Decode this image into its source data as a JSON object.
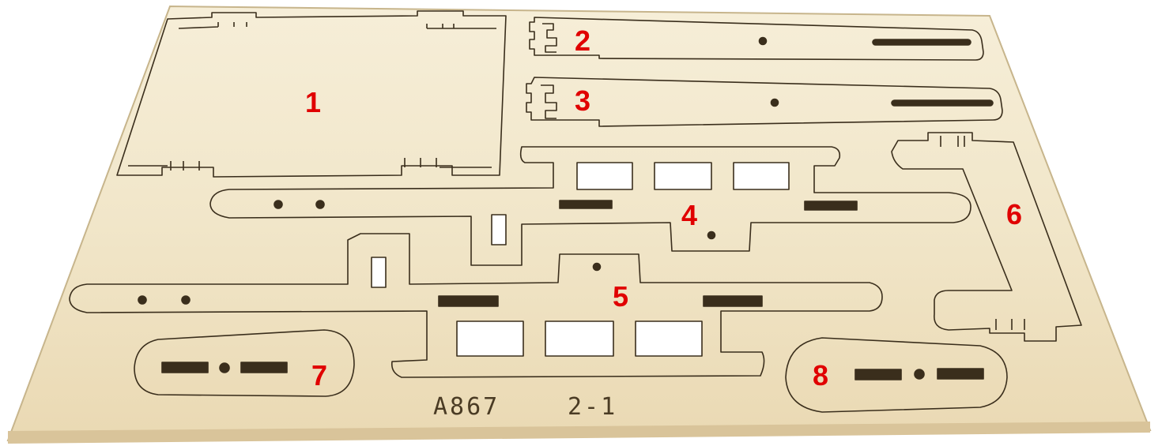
{
  "photo": {
    "board_color": "#f1e6c9",
    "board_edge_color": "#c7b58c",
    "cut_line_color": "#3a2e1c",
    "hole_fill_color": "#ffffff",
    "label_color": "#e00000"
  },
  "labels": {
    "part1": "1",
    "part2": "2",
    "part3": "3",
    "part4": "4",
    "part5": "5",
    "part6": "6",
    "part7": "7",
    "part8": "8"
  },
  "engraving": {
    "sheet_code": "A867",
    "sheet_id": "2-1"
  }
}
